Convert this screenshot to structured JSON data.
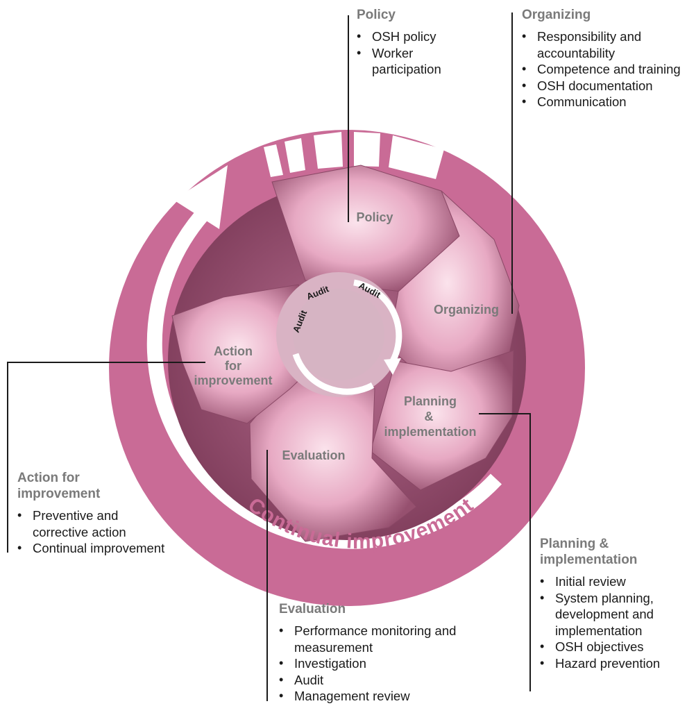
{
  "colors": {
    "ring": "#c96b96",
    "inner_ring": "#d9b3c4",
    "center": "#d6b4c3",
    "petal_light": "#f7d6e3",
    "petal_dark": "#8f4d6a",
    "label_gray": "#7a7a7a",
    "white": "#ffffff",
    "line": "#1a1a1a"
  },
  "ring_label": "Continual improvement",
  "audit_labels": [
    "Audit",
    "Audit",
    "Audit"
  ],
  "petals": [
    {
      "key": "policy",
      "label_lines": [
        "Policy"
      ]
    },
    {
      "key": "organizing",
      "label_lines": [
        "Organizing"
      ]
    },
    {
      "key": "planning",
      "label_lines": [
        "Planning",
        "&",
        "implementation"
      ]
    },
    {
      "key": "evaluation",
      "label_lines": [
        "Evaluation"
      ]
    },
    {
      "key": "action",
      "label_lines": [
        "Action",
        "for",
        "improvement"
      ]
    }
  ],
  "panels": {
    "policy": {
      "title": "Policy",
      "items": [
        "OSH policy",
        "Worker participation"
      ]
    },
    "organizing": {
      "title": "Organizing",
      "items": [
        "Responsibility and accountability",
        "Competence and training",
        "OSH documentation",
        "Communication"
      ]
    },
    "planning": {
      "title_lines": [
        "Planning &",
        "implementation"
      ],
      "items": [
        "Initial review",
        "System planning, development and implementation",
        "OSH objectives",
        "Hazard prevention"
      ]
    },
    "evaluation": {
      "title": "Evaluation",
      "items": [
        "Performance monitoring and measurement",
        "Investigation",
        "Audit",
        "Management review"
      ]
    },
    "action": {
      "title_lines": [
        "Action for",
        "improvement"
      ],
      "items": [
        "Preventive and corrective action",
        "Continual improvement"
      ]
    }
  }
}
